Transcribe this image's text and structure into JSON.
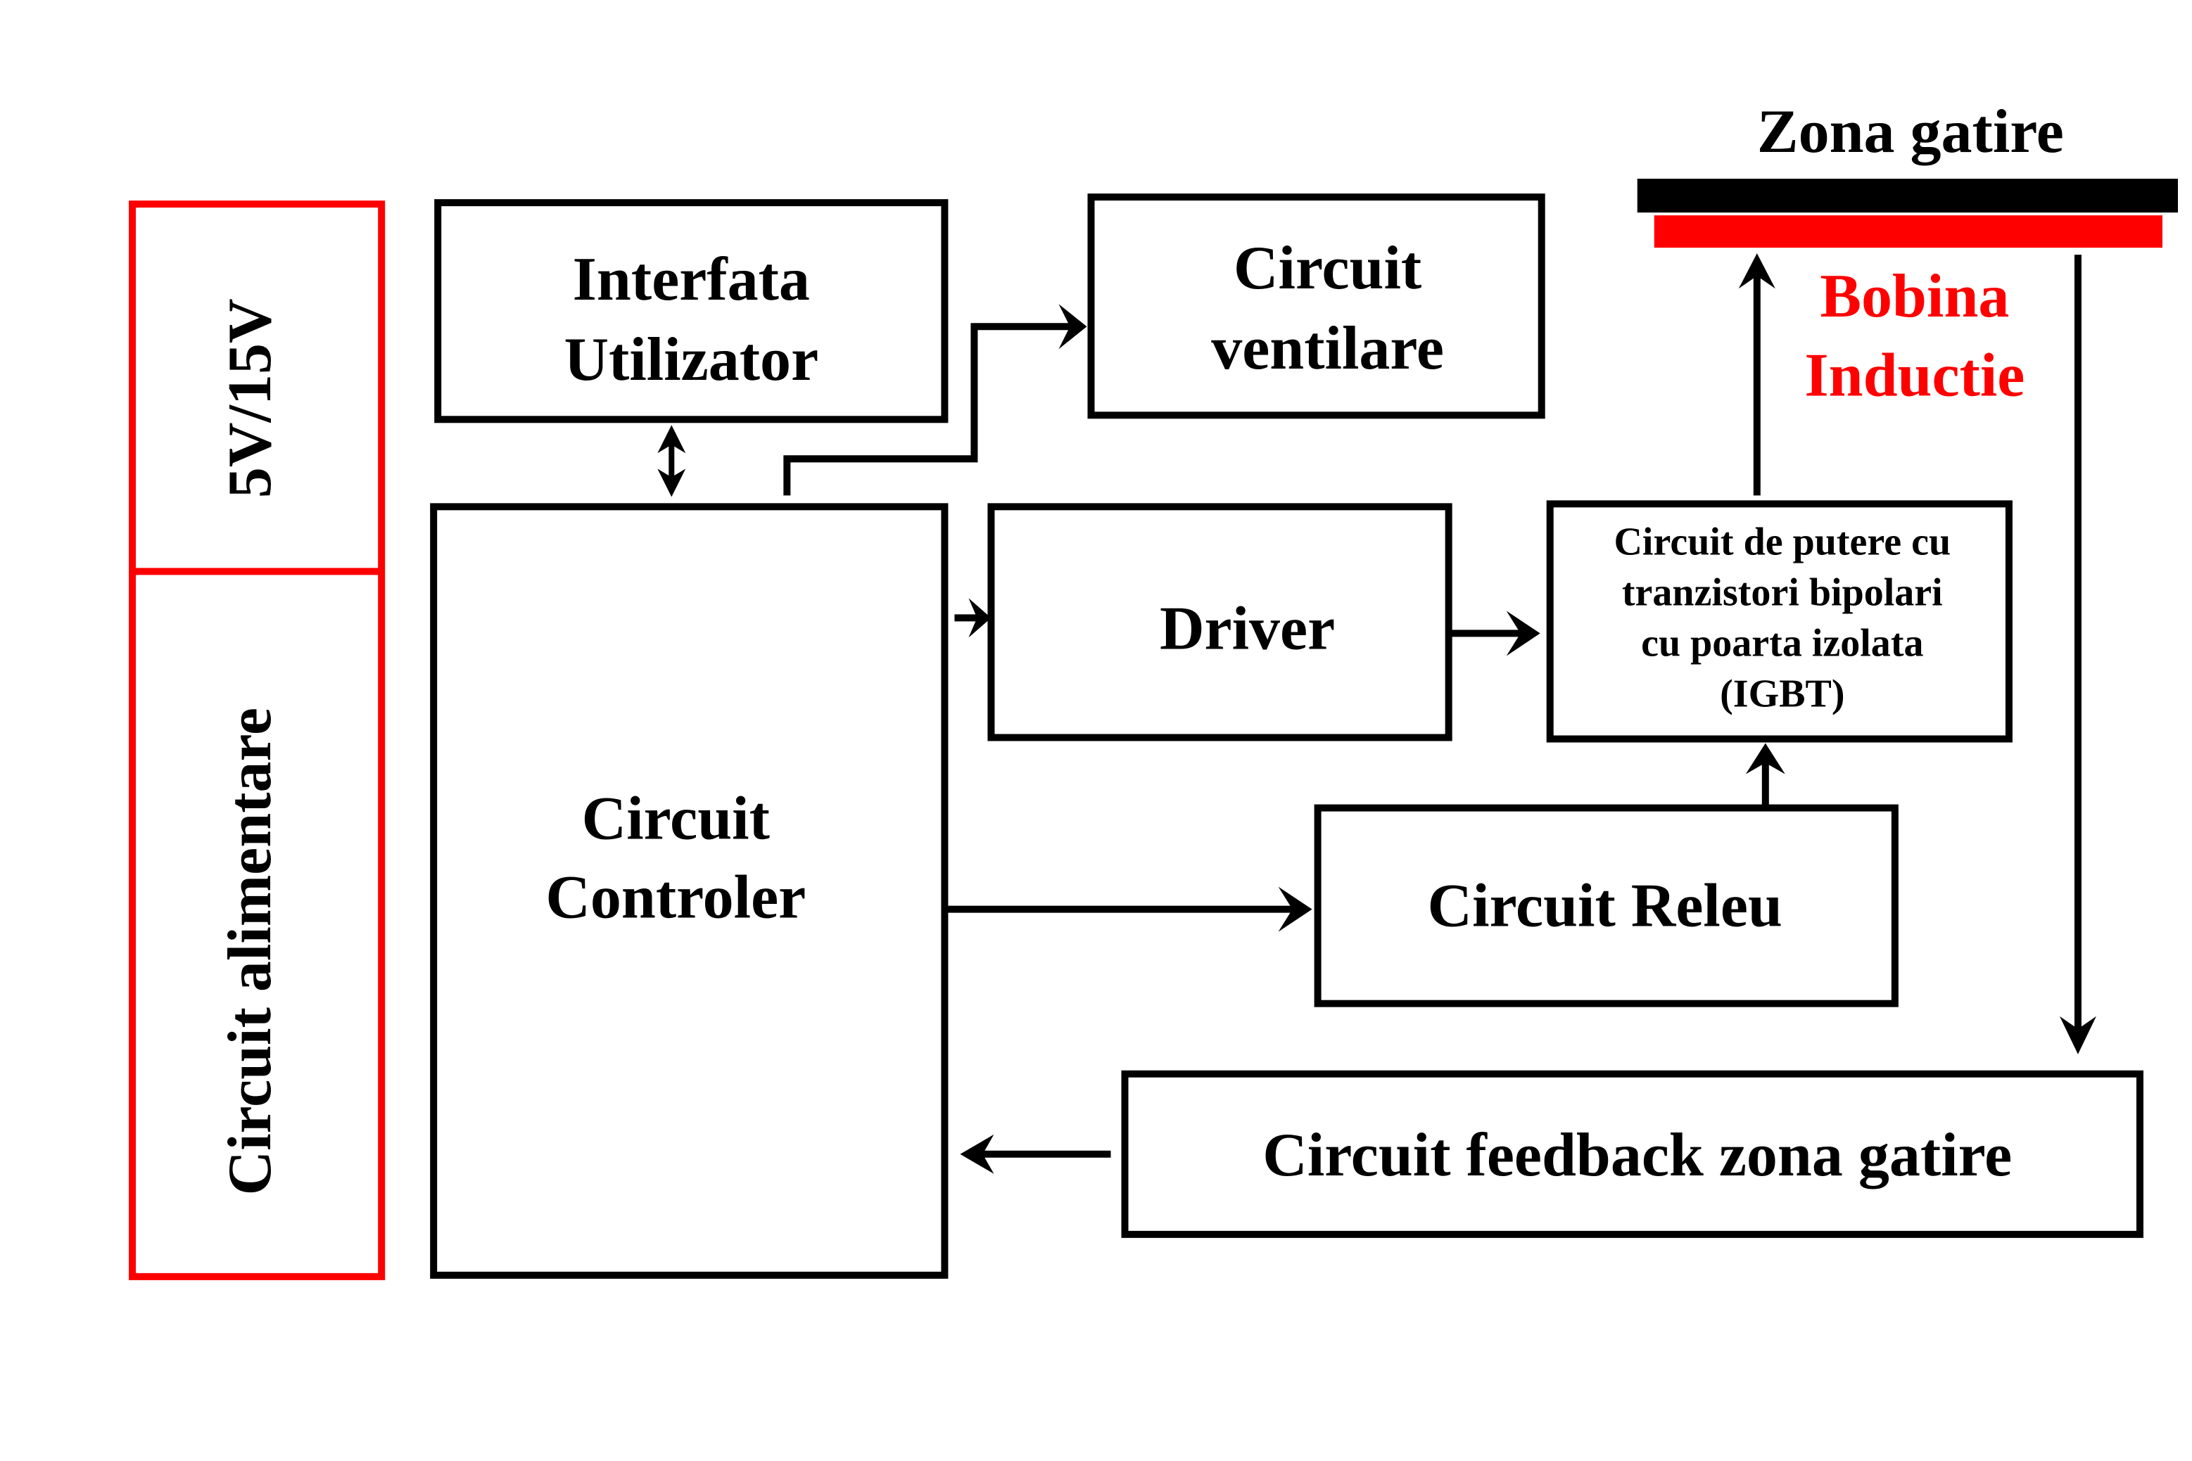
{
  "diagram": {
    "title": "Zona gatire",
    "colors": {
      "accent_red": "#ff0000",
      "line_black": "#000000",
      "background": "#ffffff"
    },
    "power_supply": {
      "top_label": "5V/15V",
      "bottom_label": "Circuit alimentare"
    },
    "blocks": {
      "user_interface": [
        "Interfata",
        "Utilizator"
      ],
      "fan_circuit": [
        "Circuit",
        "ventilare"
      ],
      "controller": [
        "Circuit",
        "Controler"
      ],
      "driver": [
        "Driver"
      ],
      "igbt": [
        "Circuit de putere cu",
        "tranzistori bipolari",
        "cu poarta izolata",
        "(IGBT)"
      ],
      "relay": [
        "Circuit Releu"
      ],
      "feedback": [
        "Circuit feedback zona gatire"
      ],
      "coil": [
        "Bobina",
        "Inductie"
      ]
    },
    "connections": [
      {
        "from": "user_interface",
        "to": "controller",
        "type": "bidirectional"
      },
      {
        "from": "controller",
        "to": "fan_circuit",
        "type": "arrow"
      },
      {
        "from": "controller",
        "to": "driver",
        "type": "arrow"
      },
      {
        "from": "driver",
        "to": "igbt",
        "type": "arrow"
      },
      {
        "from": "controller",
        "to": "relay",
        "type": "arrow"
      },
      {
        "from": "relay",
        "to": "igbt",
        "type": "arrow"
      },
      {
        "from": "igbt",
        "to": "coil",
        "type": "arrow"
      },
      {
        "from": "coil",
        "to": "feedback",
        "type": "arrow"
      },
      {
        "from": "feedback",
        "to": "controller",
        "type": "arrow"
      }
    ]
  }
}
